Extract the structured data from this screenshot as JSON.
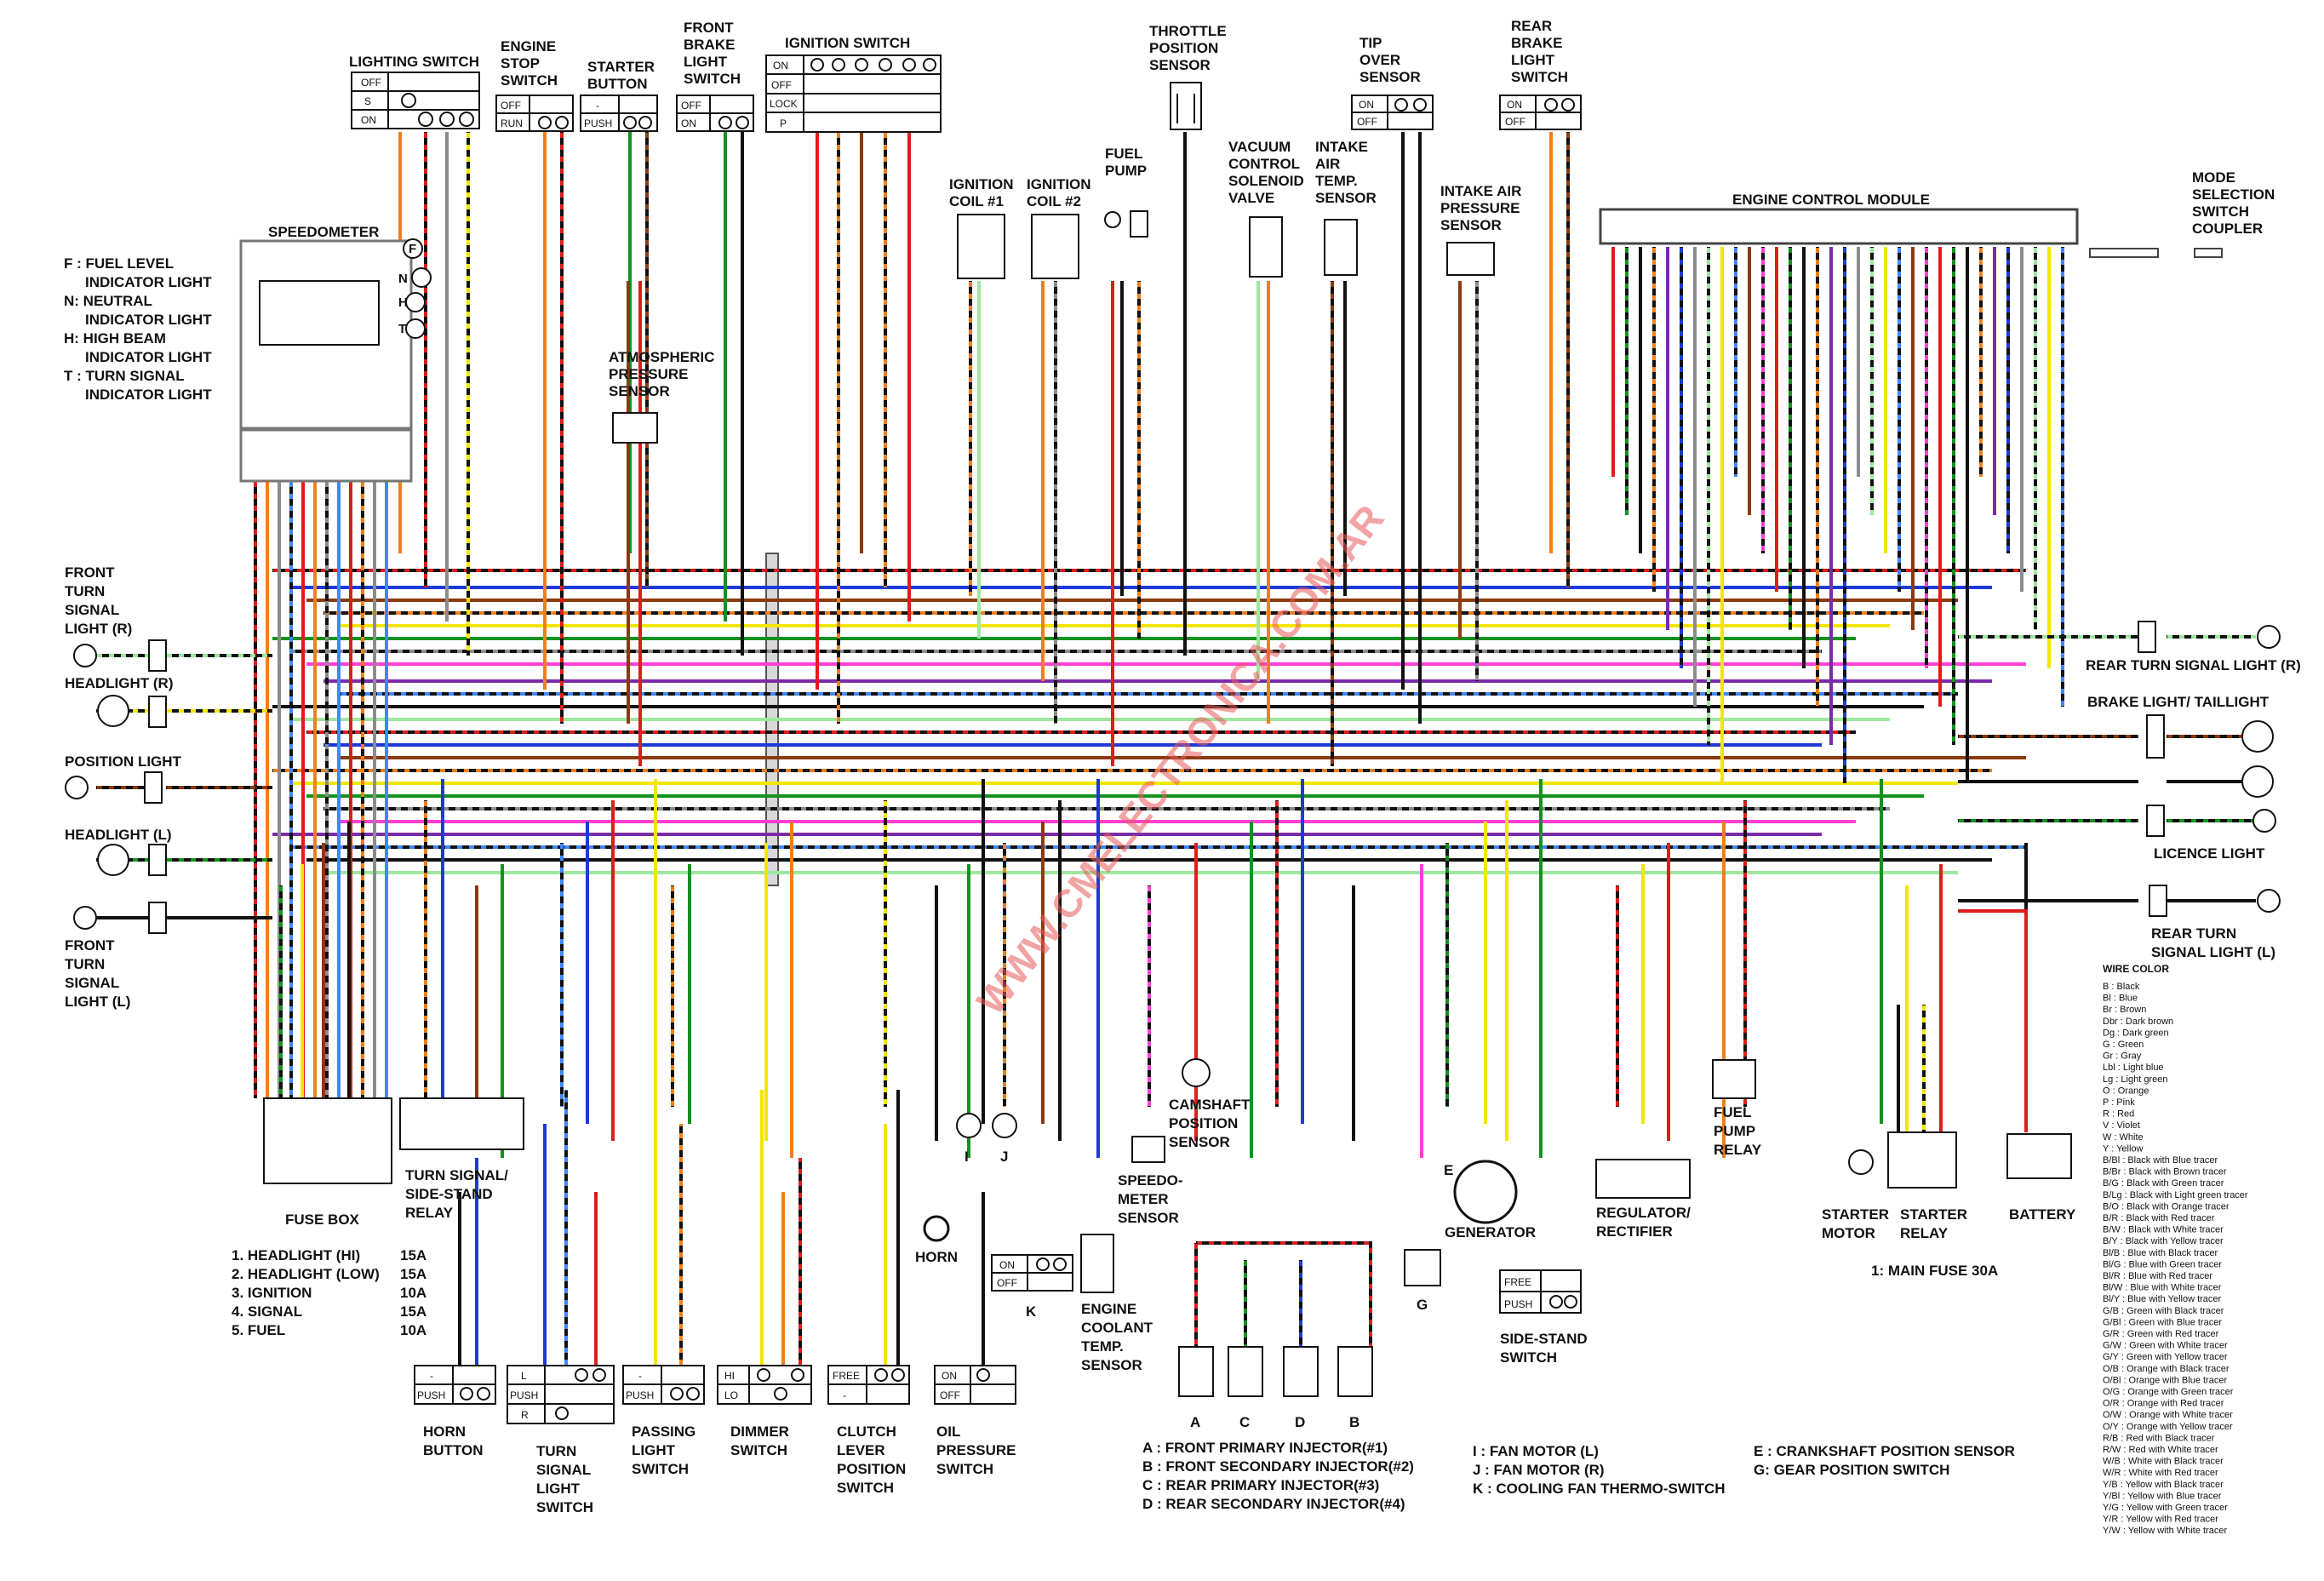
{
  "colors": {
    "black": "#111111",
    "red": "#e01b1b",
    "blue": "#1d3ad6",
    "brown": "#8b3a10",
    "orange": "#f07f1a",
    "yellow": "#f2e600",
    "green": "#15911f",
    "lightgreen": "#9ee89e",
    "gray": "#8c8c8c",
    "pink": "#ff3fd6",
    "violet": "#7a2ba8",
    "lightblue": "#3f86ff",
    "white": "#ffffff"
  },
  "watermark": "WWW.CMELECTRONICA.COM.AR",
  "components": {
    "lighting_switch": {
      "title": "LIGHTING SWITCH",
      "rows": [
        "OFF",
        "S",
        "ON"
      ]
    },
    "engine_stop_switch": {
      "title": "ENGINE\nSTOP\nSWITCH",
      "rows": [
        "OFF",
        "RUN"
      ]
    },
    "starter_button": {
      "title": "STARTER\nBUTTON",
      "rows": [
        "-",
        "PUSH"
      ]
    },
    "front_brake_light_switch": {
      "title": "FRONT\nBRAKE\nLIGHT\nSWITCH",
      "rows": [
        "OFF",
        "ON"
      ]
    },
    "ignition_switch": {
      "title": "IGNITION SWITCH",
      "rows": [
        "ON",
        "OFF",
        "LOCK",
        "P"
      ]
    },
    "throttle_position_sensor": {
      "title": "THROTTLE\nPOSITION\nSENSOR"
    },
    "tip_over_sensor": {
      "title": "TIP\nOVER\nSENSOR",
      "rows": [
        "ON",
        "OFF"
      ]
    },
    "rear_brake_light_switch": {
      "title": "REAR\nBRAKE\nLIGHT\nSWITCH",
      "rows": [
        "ON",
        "OFF"
      ]
    },
    "speedometer": {
      "title": "SPEEDOMETER"
    },
    "indicator_legend": [
      "F : FUEL LEVEL",
      "INDICATOR LIGHT",
      "N:  NEUTRAL",
      "INDICATOR LIGHT",
      "H:  HIGH BEAM",
      "INDICATOR LIGHT",
      "T :  TURN SIGNAL",
      "INDICATOR LIGHT"
    ],
    "ignition_coil_1": {
      "title": "IGNITION\nCOIL #1"
    },
    "ignition_coil_2": {
      "title": "IGNITION\nCOIL #2"
    },
    "fuel_pump": {
      "title": "FUEL\nPUMP"
    },
    "vacuum_control_solenoid_valve": {
      "title": "VACUUM\nCONTROL\nSOLENOID\nVALVE"
    },
    "intake_air_temp_sensor": {
      "title": "INTAKE\nAIR\nTEMP.\nSENSOR"
    },
    "intake_air_pressure_sensor": {
      "title": "INTAKE AIR\nPRESSURE\nSENSOR"
    },
    "engine_control_module": {
      "title": "ENGINE CONTROL MODULE"
    },
    "mode_selection_switch_coupler": {
      "title": "MODE\nSELECTION\nSWITCH\nCOUPLER"
    },
    "atmospheric_pressure_sensor": {
      "title": "ATMOSPHERIC\nPRESSURE\nSENSOR"
    },
    "front_turn_signal_light_r": {
      "title": "FRONT\nTURN\nSIGNAL\nLIGHT (R)"
    },
    "headlight_r": {
      "title": "HEADLIGHT (R)"
    },
    "position_light": {
      "title": "POSITION LIGHT"
    },
    "headlight_l": {
      "title": "HEADLIGHT (L)"
    },
    "front_turn_signal_light_l": {
      "title": "FRONT\nTURN\nSIGNAL\nLIGHT (L)"
    },
    "rear_turn_signal_light_r": {
      "title": "REAR TURN SIGNAL LIGHT (R)"
    },
    "brake_light_taillight": {
      "title": "BRAKE LIGHT/ TAILLIGHT"
    },
    "licence_light": {
      "title": "LICENCE LIGHT"
    },
    "rear_turn_signal_light_l": {
      "title": "REAR TURN\nSIGNAL LIGHT (L)"
    },
    "fuse_box": {
      "title": "FUSE BOX"
    },
    "turn_signal_side_stand_relay": {
      "title": "TURN SIGNAL/\nSIDE-STAND\nRELAY"
    },
    "horn": {
      "title": "HORN"
    },
    "camshaft_position_sensor": {
      "title": "CAMSHAFT\nPOSITION\nSENSOR"
    },
    "speedometer_sensor": {
      "title": "SPEEDO-\nMETER\nSENSOR"
    },
    "engine_coolant_temp_sensor": {
      "title": "ENGINE\nCOOLANT\nTEMP.\nSENSOR"
    },
    "generator": {
      "title": "GENERATOR"
    },
    "regulator_rectifier": {
      "title": "REGULATOR/\nRECTIFIER"
    },
    "fuel_pump_relay": {
      "title": "FUEL\nPUMP\nRELAY"
    },
    "starter_motor": {
      "title": "STARTER\nMOTOR"
    },
    "starter_relay": {
      "title": "STARTER\nRELAY"
    },
    "battery": {
      "title": "BATTERY"
    },
    "main_fuse": {
      "title": "1: MAIN FUSE 30A"
    },
    "side_stand_switch": {
      "title": "SIDE-STAND\nSWITCH",
      "rows": [
        "FREE",
        "PUSH"
      ]
    },
    "horn_button": {
      "title": "HORN\nBUTTON",
      "rows": [
        "-",
        "PUSH"
      ]
    },
    "turn_signal_light_switch": {
      "title": "TURN\nSIGNAL\nLIGHT\nSWITCH",
      "rows": [
        "L",
        "PUSH",
        "R"
      ]
    },
    "passing_light_switch": {
      "title": "PASSING\nLIGHT\nSWITCH",
      "rows": [
        "-",
        "PUSH"
      ]
    },
    "dimmer_switch": {
      "title": "DIMMER\nSWITCH",
      "rows": [
        "HI",
        "LO"
      ]
    },
    "clutch_lever_position_switch": {
      "title": "CLUTCH\nLEVER\nPOSITION\nSWITCH",
      "rows": [
        "FREE",
        "-"
      ]
    },
    "oil_pressure_switch": {
      "title": "OIL\nPRESSURE\nSWITCH",
      "rows": [
        "ON",
        "OFF"
      ]
    },
    "gear_position_switch_k_box": {
      "rows": [
        "ON",
        "OFF"
      ]
    }
  },
  "letters": {
    "I": "I",
    "J": "J",
    "K": "K",
    "E": "E",
    "G": "G",
    "A": "A",
    "C": "C",
    "D": "D",
    "B": "B",
    "F": "F",
    "N": "N",
    "H": "H",
    "T": "T"
  },
  "fuse_list": [
    {
      "name": "1. HEADLIGHT (HI)",
      "rating": "15A"
    },
    {
      "name": "2. HEADLIGHT (LOW)",
      "rating": "15A"
    },
    {
      "name": "3. IGNITION",
      "rating": "10A"
    },
    {
      "name": "4. SIGNAL",
      "rating": "15A"
    },
    {
      "name": "5. FUEL",
      "rating": "10A"
    }
  ],
  "injector_legend": [
    "A : FRONT PRIMARY INJECTOR(#1)",
    "B : FRONT SECONDARY INJECTOR(#2)",
    "C : REAR PRIMARY INJECTOR(#3)",
    "D : REAR SECONDARY INJECTOR(#4)"
  ],
  "fan_legend": [
    "I  : FAN MOTOR (L)",
    "J  : FAN MOTOR (R)",
    "K : COOLING FAN THERMO-SWITCH"
  ],
  "sensor_legend": [
    "E : CRANKSHAFT POSITION SENSOR",
    "G: GEAR POSITION SWITCH"
  ],
  "wire_color_legend": {
    "title": "WIRE COLOR",
    "entries": [
      "B    : Black",
      "Bl   : Blue",
      "Br   : Brown",
      "Dbr : Dark brown",
      "Dg  : Dark green",
      "G    : Green",
      "Gr   : Gray",
      "Lbl  : Light blue",
      "Lg   : Light green",
      "O    : Orange",
      "P    : Pink",
      "R    : Red",
      "V    : Violet",
      "W    : White",
      "Y    : Yellow",
      "B/Bl : Black with Blue tracer",
      "B/Br : Black with Brown tracer",
      "B/G : Black with Green tracer",
      "B/Lg : Black with Light green tracer",
      "B/O : Black with Orange tracer",
      "B/R : Black with Red tracer",
      "B/W : Black with White tracer",
      "B/Y : Black with Yellow tracer",
      "Bl/B : Blue with Black tracer",
      "Bl/G : Blue with Green tracer",
      "Bl/R : Blue with Red tracer",
      "Bl/W : Blue with White tracer",
      "Bl/Y : Blue with Yellow tracer",
      "G/B : Green with Black tracer",
      "G/Bl : Green with Blue tracer",
      "G/R : Green with Red tracer",
      "G/W : Green with White tracer",
      "G/Y : Green with Yellow tracer",
      "O/B : Orange with Black tracer",
      "O/Bl : Orange with Blue tracer",
      "O/G : Orange with Green tracer",
      "O/R : Orange with Red tracer",
      "O/W : Orange with White tracer",
      "O/Y : Orange with Yellow tracer",
      "R/B : Red with Black tracer",
      "R/W : Red with White tracer",
      "W/B : White with Black tracer",
      "W/R : White with Red tracer",
      "Y/B : Yellow with Black tracer",
      "Y/Bl : Yellow with Blue tracer",
      "Y/G : Yellow with Green tracer",
      "Y/R : Yellow with Red tracer",
      "Y/W : Yellow with White tracer"
    ]
  }
}
